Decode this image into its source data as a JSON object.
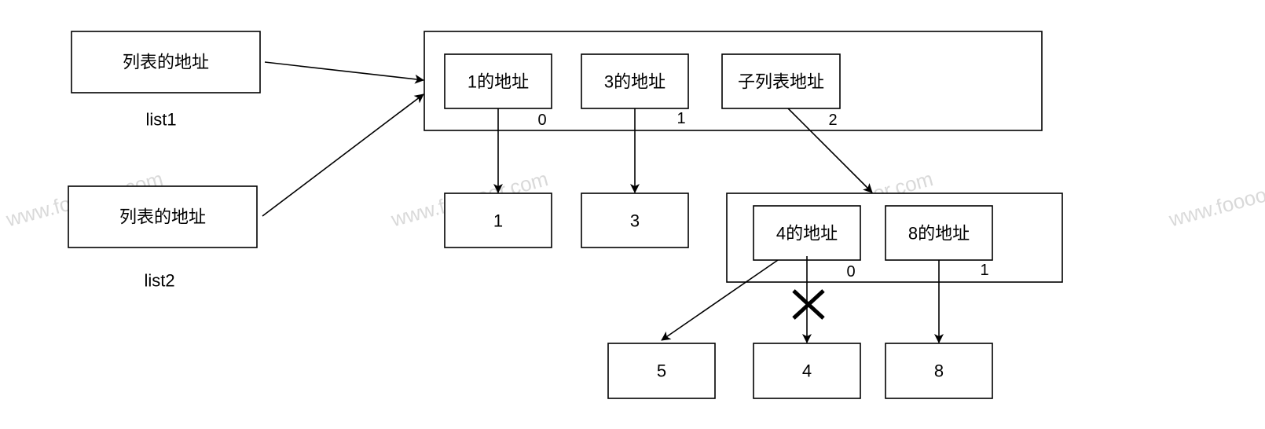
{
  "list1": {
    "box_label": "列表的地址",
    "name": "list1"
  },
  "list2": {
    "box_label": "列表的地址",
    "name": "list2"
  },
  "outer_list": {
    "cells": [
      {
        "label": "1的地址",
        "index": "0"
      },
      {
        "label": "3的地址",
        "index": "1"
      },
      {
        "label": "子列表地址",
        "index": "2"
      }
    ]
  },
  "values_top": [
    "1",
    "3"
  ],
  "sub_list": {
    "cells": [
      {
        "label": "4的地址",
        "index": "0"
      },
      {
        "label": "8的地址",
        "index": "1"
      }
    ]
  },
  "values_bottom": [
    "5",
    "4",
    "8"
  ],
  "removed_mark": "✕",
  "watermark": "www.fooooor.com"
}
